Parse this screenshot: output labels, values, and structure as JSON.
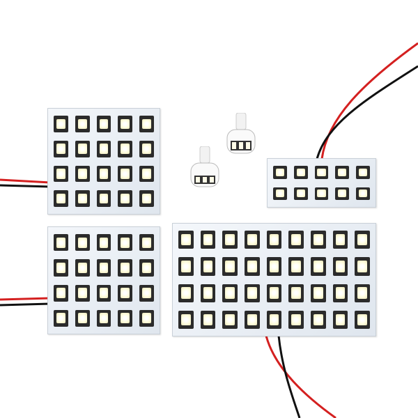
{
  "scene": {
    "background_color": "#ffffff",
    "led_panels": [
      {
        "name": "square-panel-top",
        "rows": 4,
        "cols": 5
      },
      {
        "name": "square-panel-bottom",
        "rows": 4,
        "cols": 5
      },
      {
        "name": "small-panel",
        "rows": 2,
        "cols": 5
      },
      {
        "name": "large-panel",
        "rows": 4,
        "cols": 9
      }
    ],
    "bulbs": [
      {
        "name": "t10-bulb-left",
        "type": "T10 wedge"
      },
      {
        "name": "t10-bulb-right",
        "type": "T10 wedge"
      }
    ],
    "wire_colors": {
      "positive": "#d42020",
      "negative": "#111111"
    }
  }
}
